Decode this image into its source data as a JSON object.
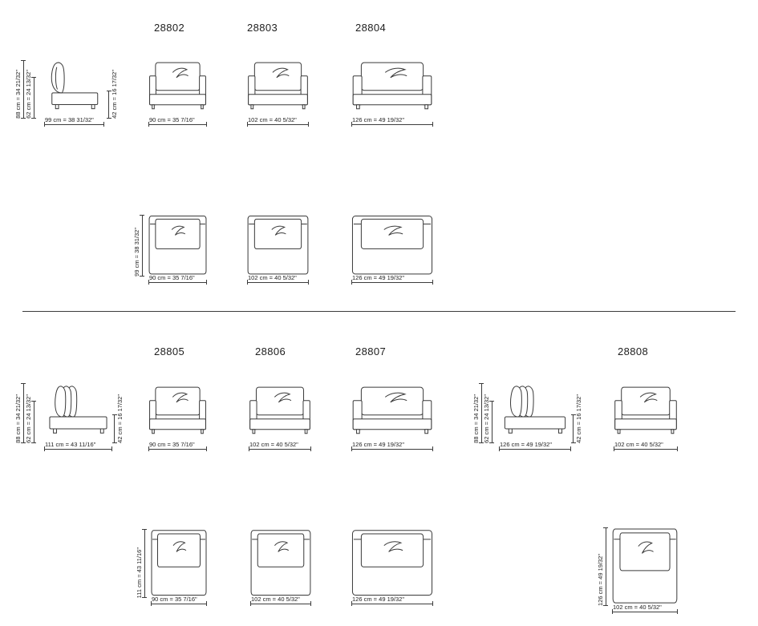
{
  "page": {
    "background": "#ffffff",
    "line_color": "#3c3c3c"
  },
  "top_section": {
    "models": [
      "28802",
      "28803",
      "28804"
    ],
    "side_view": {
      "height_total": "88 cm = 34 21/32\"",
      "height_back": "62 cm = 24 13/32\"",
      "height_seat": "42 cm = 16 17/32\"",
      "width": "99 cm = 38 31/32\""
    },
    "front_widths": [
      "90 cm = 35 7/16\"",
      "102 cm = 40 5/32\"",
      "126 cm = 49 19/32\""
    ],
    "plan": {
      "depth": "99 cm = 38 31/32\"",
      "widths": [
        "90 cm = 35 7/16\"",
        "102 cm = 40 5/32\"",
        "126 cm = 49 19/32\""
      ]
    }
  },
  "bottom_section": {
    "models": [
      "28805",
      "28806",
      "28807",
      "28808"
    ],
    "side_view_left": {
      "height_total": "88 cm = 34 21/32\"",
      "height_back": "62 cm = 24 13/32\"",
      "height_seat": "42 cm = 16 17/32\"",
      "width": "111 cm = 43 11/16\""
    },
    "side_view_right": {
      "height_total": "88 cm = 34 21/32\"",
      "height_back": "62 cm = 24 13/32\"",
      "height_seat": "42 cm = 16 17/32\"",
      "width": "126 cm = 49 19/32\""
    },
    "front_widths": [
      "90 cm = 35 7/16\"",
      "102 cm = 40 5/32\"",
      "126 cm = 49 19/32\"",
      "102 cm = 40 5/32\""
    ],
    "plan_left": {
      "depth": "111 cm = 43 11/16\""
    },
    "plan_widths": [
      "90 cm = 35 7/16\"",
      "102 cm = 40 5/32\"",
      "126 cm = 49 19/32\""
    ],
    "plan_right": {
      "depth": "126 cm = 49 19/32\"",
      "width": "102 cm = 40 5/32\""
    }
  }
}
